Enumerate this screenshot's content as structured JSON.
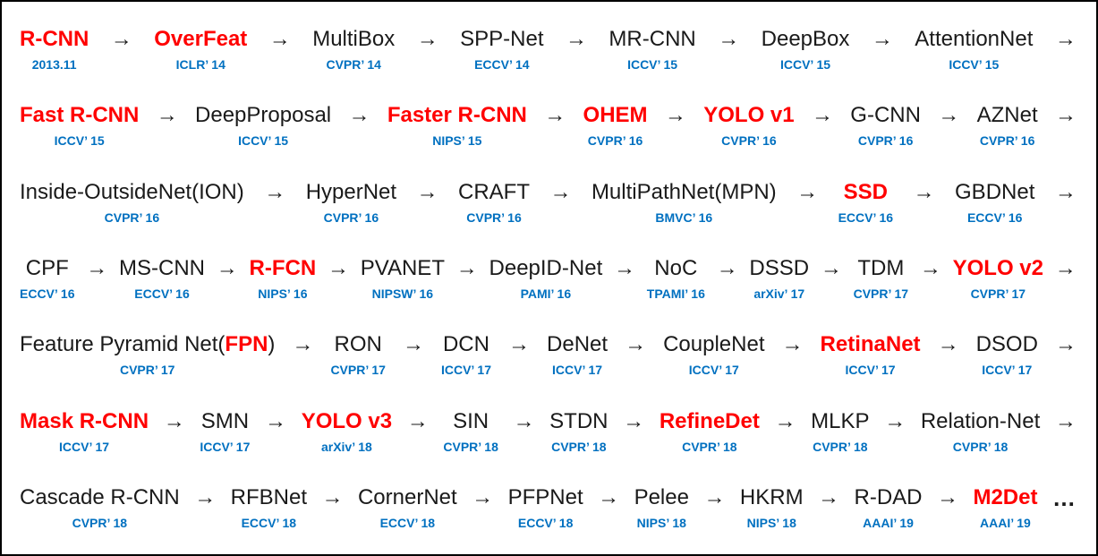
{
  "diagram": {
    "description": "Timeline of deep-learning object detection milestones with publication venues",
    "colors": {
      "highlight": "#ff0000",
      "venue": "#0070c0",
      "text": "#1a1a1a",
      "border": "#000000",
      "background": "#ffffff"
    },
    "arrow_glyph": "→",
    "ellipsis_glyph": "…",
    "rows": [
      {
        "end": "arrow",
        "nodes": [
          {
            "parts": [
              {
                "t": "R-CNN",
                "hl": true
              }
            ],
            "venue": "2013.11"
          },
          {
            "parts": [
              {
                "t": "OverFeat",
                "hl": true
              }
            ],
            "venue": "ICLR’ 14"
          },
          {
            "parts": [
              {
                "t": "MultiBox",
                "hl": false
              }
            ],
            "venue": "CVPR’ 14"
          },
          {
            "parts": [
              {
                "t": "SPP-Net",
                "hl": false
              }
            ],
            "venue": "ECCV’ 14"
          },
          {
            "parts": [
              {
                "t": "MR-CNN",
                "hl": false
              }
            ],
            "venue": "ICCV’ 15"
          },
          {
            "parts": [
              {
                "t": "DeepBox",
                "hl": false
              }
            ],
            "venue": "ICCV’ 15"
          },
          {
            "parts": [
              {
                "t": "AttentionNet",
                "hl": false
              }
            ],
            "venue": "ICCV’ 15"
          }
        ]
      },
      {
        "end": "arrow",
        "nodes": [
          {
            "parts": [
              {
                "t": "Fast R-CNN",
                "hl": true
              }
            ],
            "venue": "ICCV’ 15"
          },
          {
            "parts": [
              {
                "t": "DeepProposal",
                "hl": false
              }
            ],
            "venue": "ICCV’ 15"
          },
          {
            "parts": [
              {
                "t": "Faster R-CNN",
                "hl": true
              }
            ],
            "venue": "NIPS’ 15"
          },
          {
            "parts": [
              {
                "t": "OHEM",
                "hl": true
              }
            ],
            "venue": "CVPR’ 16"
          },
          {
            "parts": [
              {
                "t": "YOLO v1",
                "hl": true
              }
            ],
            "venue": "CVPR’ 16"
          },
          {
            "parts": [
              {
                "t": "G-CNN",
                "hl": false
              }
            ],
            "venue": "CVPR’ 16"
          },
          {
            "parts": [
              {
                "t": "AZNet",
                "hl": false
              }
            ],
            "venue": "CVPR’ 16"
          }
        ]
      },
      {
        "end": "arrow",
        "nodes": [
          {
            "parts": [
              {
                "t": "Inside-OutsideNet(ION)",
                "hl": false
              }
            ],
            "venue": "CVPR’ 16"
          },
          {
            "parts": [
              {
                "t": "HyperNet",
                "hl": false
              }
            ],
            "venue": "CVPR’ 16"
          },
          {
            "parts": [
              {
                "t": "CRAFT",
                "hl": false
              }
            ],
            "venue": "CVPR’ 16"
          },
          {
            "parts": [
              {
                "t": "MultiPathNet(MPN)",
                "hl": false
              }
            ],
            "venue": "BMVC’ 16"
          },
          {
            "parts": [
              {
                "t": "SSD",
                "hl": true
              }
            ],
            "venue": "ECCV’ 16"
          },
          {
            "parts": [
              {
                "t": "GBDNet",
                "hl": false
              }
            ],
            "venue": "ECCV’ 16"
          }
        ]
      },
      {
        "end": "arrow",
        "nodes": [
          {
            "parts": [
              {
                "t": "CPF",
                "hl": false
              }
            ],
            "venue": "ECCV’ 16"
          },
          {
            "parts": [
              {
                "t": "MS-CNN",
                "hl": false
              }
            ],
            "venue": "ECCV’ 16"
          },
          {
            "parts": [
              {
                "t": "R-FCN",
                "hl": true
              }
            ],
            "venue": "NIPS’ 16"
          },
          {
            "parts": [
              {
                "t": "PVANET",
                "hl": false
              }
            ],
            "venue": "NIPSW’ 16"
          },
          {
            "parts": [
              {
                "t": "DeepID-Net",
                "hl": false
              }
            ],
            "venue": "PAMI’ 16"
          },
          {
            "parts": [
              {
                "t": "NoC",
                "hl": false
              }
            ],
            "venue": "TPAMI’ 16"
          },
          {
            "parts": [
              {
                "t": "DSSD",
                "hl": false
              }
            ],
            "venue": "arXiv’ 17"
          },
          {
            "parts": [
              {
                "t": "TDM",
                "hl": false
              }
            ],
            "venue": "CVPR’ 17"
          },
          {
            "parts": [
              {
                "t": "YOLO v2",
                "hl": true
              }
            ],
            "venue": "CVPR’ 17"
          }
        ]
      },
      {
        "end": "arrow",
        "nodes": [
          {
            "parts": [
              {
                "t": "Feature Pyramid Net(",
                "hl": false
              },
              {
                "t": "FPN",
                "hl": true
              },
              {
                "t": ")",
                "hl": false
              }
            ],
            "venue": "CVPR’ 17"
          },
          {
            "parts": [
              {
                "t": "RON",
                "hl": false
              }
            ],
            "venue": "CVPR’ 17"
          },
          {
            "parts": [
              {
                "t": "DCN",
                "hl": false
              }
            ],
            "venue": "ICCV’ 17"
          },
          {
            "parts": [
              {
                "t": "DeNet",
                "hl": false
              }
            ],
            "venue": "ICCV’ 17"
          },
          {
            "parts": [
              {
                "t": "CoupleNet",
                "hl": false
              }
            ],
            "venue": "ICCV’ 17"
          },
          {
            "parts": [
              {
                "t": "RetinaNet",
                "hl": true
              }
            ],
            "venue": "ICCV’ 17"
          },
          {
            "parts": [
              {
                "t": "DSOD",
                "hl": false
              }
            ],
            "venue": "ICCV’ 17"
          }
        ]
      },
      {
        "end": "arrow",
        "nodes": [
          {
            "parts": [
              {
                "t": "Mask R-CNN",
                "hl": true
              }
            ],
            "venue": "ICCV’ 17"
          },
          {
            "parts": [
              {
                "t": "SMN",
                "hl": false
              }
            ],
            "venue": "ICCV’ 17"
          },
          {
            "parts": [
              {
                "t": "YOLO v3",
                "hl": true
              }
            ],
            "venue": "arXiv’ 18"
          },
          {
            "parts": [
              {
                "t": "SIN",
                "hl": false
              }
            ],
            "venue": "CVPR’ 18"
          },
          {
            "parts": [
              {
                "t": "STDN",
                "hl": false
              }
            ],
            "venue": "CVPR’ 18"
          },
          {
            "parts": [
              {
                "t": "RefineDet",
                "hl": true
              }
            ],
            "venue": "CVPR’ 18"
          },
          {
            "parts": [
              {
                "t": "MLKP",
                "hl": false
              }
            ],
            "venue": "CVPR’ 18"
          },
          {
            "parts": [
              {
                "t": "Relation-Net",
                "hl": false
              }
            ],
            "venue": "CVPR’ 18"
          }
        ]
      },
      {
        "end": "ellipsis",
        "nodes": [
          {
            "parts": [
              {
                "t": "Cascade R-CNN",
                "hl": false
              }
            ],
            "venue": "CVPR’ 18"
          },
          {
            "parts": [
              {
                "t": "RFBNet",
                "hl": false
              }
            ],
            "venue": "ECCV’ 18"
          },
          {
            "parts": [
              {
                "t": "CornerNet",
                "hl": false
              }
            ],
            "venue": "ECCV’ 18"
          },
          {
            "parts": [
              {
                "t": "PFPNet",
                "hl": false
              }
            ],
            "venue": "ECCV’ 18"
          },
          {
            "parts": [
              {
                "t": "Pelee",
                "hl": false
              }
            ],
            "venue": "NIPS’ 18"
          },
          {
            "parts": [
              {
                "t": "HKRM",
                "hl": false
              }
            ],
            "venue": "NIPS’ 18"
          },
          {
            "parts": [
              {
                "t": "R-DAD",
                "hl": false
              }
            ],
            "venue": "AAAI’ 19"
          },
          {
            "parts": [
              {
                "t": "M2Det",
                "hl": true
              }
            ],
            "venue": "AAAI’ 19"
          }
        ]
      }
    ]
  }
}
